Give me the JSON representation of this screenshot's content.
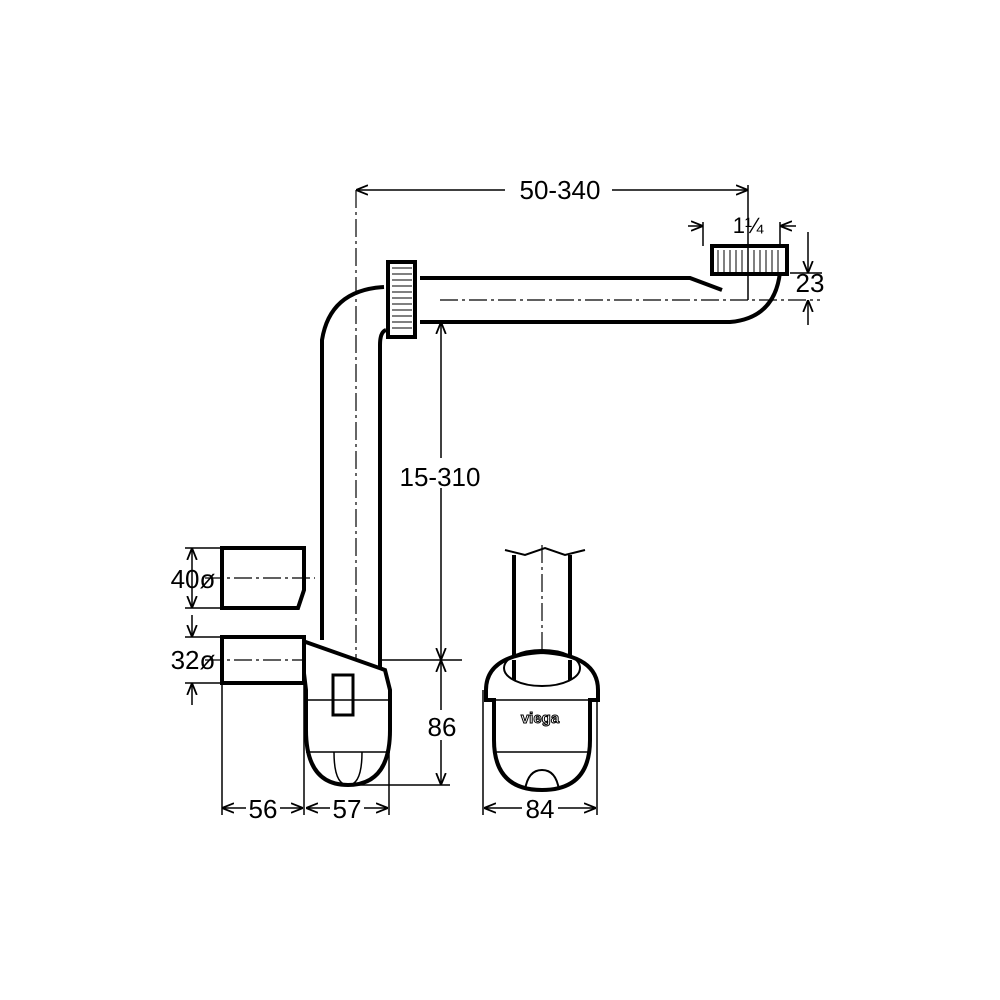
{
  "drawing": {
    "brand": "viega",
    "dimensions": {
      "horizontal_length": "50-340",
      "thread_size": "1¼",
      "outlet_height": "23",
      "vertical_length": "15-310",
      "connector_40": "40ø",
      "connector_32": "32ø",
      "trap_height": "86",
      "connector_length": "56",
      "trap_depth": "57",
      "trap_width": "84"
    }
  }
}
